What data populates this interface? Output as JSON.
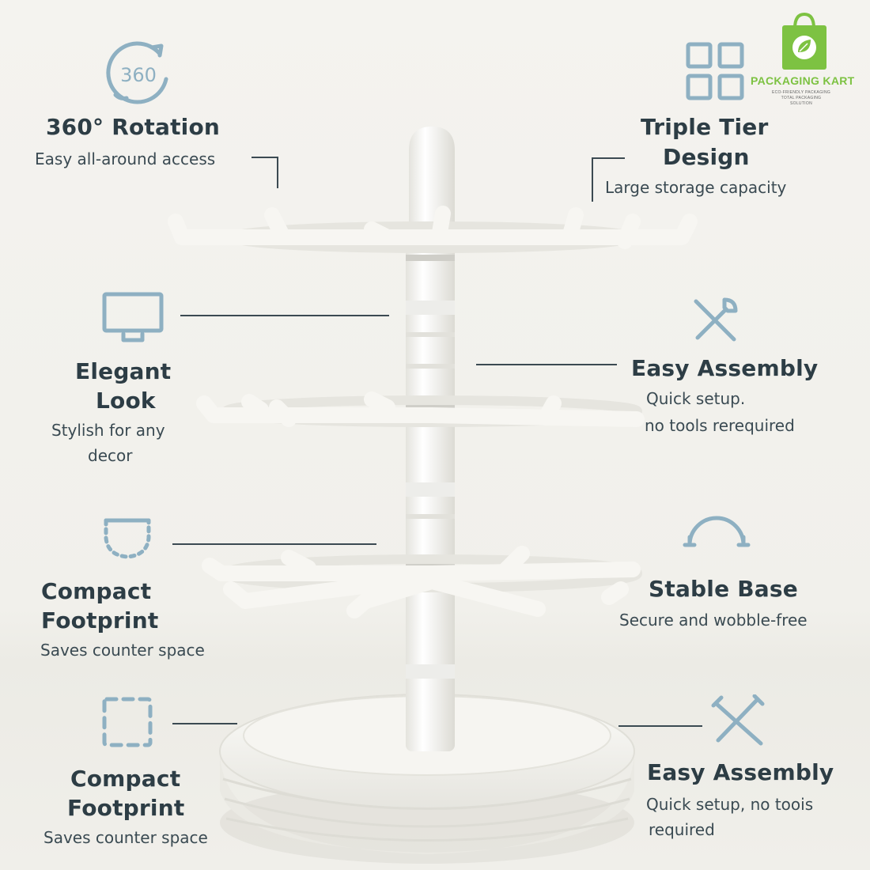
{
  "brand": {
    "name": "PACKAGING KART",
    "tagline1": "ECO-FRIENDLY PACKAGING",
    "tagline2": "TOTAL PACKAGING SOLUTION",
    "color": "#7dc242"
  },
  "icon_color": "#8eb0c2",
  "features": {
    "rotation": {
      "icon": "rotate-360-icon",
      "icon_text": "360",
      "title": "360° Rotation",
      "subtitle": "Easy all-around access"
    },
    "triple": {
      "icon": "grid-icon",
      "title_line1": "Triple Tier",
      "title_line2": "Design",
      "subtitle": "Large storage capacity"
    },
    "elegant": {
      "icon": "monitor-icon",
      "title_line1": "Elegant",
      "title_line2": "Look",
      "subtitle_line1": "Stylish for any",
      "subtitle_line2": "decor"
    },
    "assembly1": {
      "icon": "tools-icon",
      "title": "Easy Assembly",
      "subtitle_line1": "Quick setup.",
      "subtitle_line2": "no tools rerequired"
    },
    "compact1": {
      "icon": "footprint-icon",
      "title_line1": "Compact",
      "title_line2": "Footprint",
      "subtitle": "Saves counter space"
    },
    "stable": {
      "icon": "arc-base-icon",
      "title": "Stable Base",
      "subtitle": "Secure and wobble-free"
    },
    "compact2": {
      "icon": "dashed-square-icon",
      "title_line1": "Compact",
      "title_line2": "Footprint",
      "subtitle": "Saves counter space"
    },
    "assembly2": {
      "icon": "tools-icon",
      "title": "Easy Assembly",
      "subtitle_line1": "Quick setup, no toois",
      "subtitle_line2": "required"
    }
  }
}
